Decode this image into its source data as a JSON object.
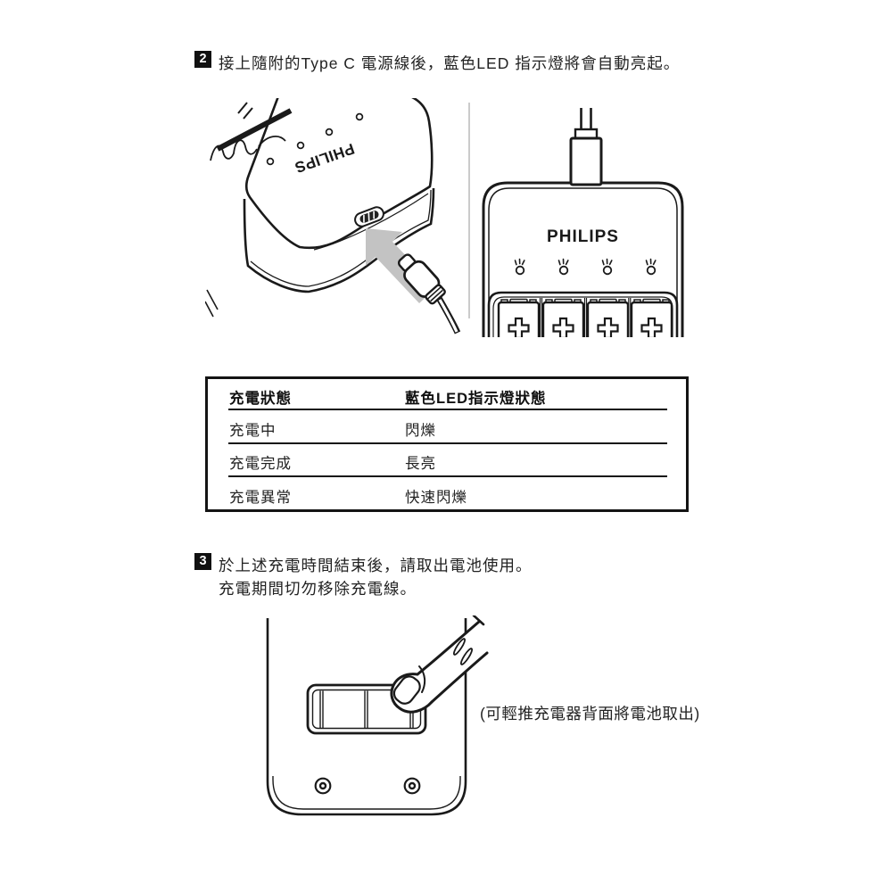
{
  "steps": {
    "step2": {
      "number": "2",
      "text": "接上隨附的Type C 電源線後，藍色LED 指示燈將會自動亮起。"
    },
    "step3": {
      "number": "3",
      "line1": "於上述充電時間結束後，請取出電池使用。",
      "line2": "充電期間切勿移除充電線。"
    }
  },
  "figures": {
    "top_left": {
      "brand": "PHILIPS"
    },
    "top_right": {
      "brand": "PHILIPS"
    },
    "bottom": {
      "caption": "(可輕推充電器背面將電池取出)"
    }
  },
  "table": {
    "headers": [
      "充電狀態",
      "藍色LED指示燈狀態"
    ],
    "rows": [
      [
        "充電中",
        "閃爍"
      ],
      [
        "充電完成",
        "長亮"
      ],
      [
        "充電異常",
        "快速閃爍"
      ]
    ]
  },
  "colors": {
    "ink": "#1a1a1a",
    "arrow_gray": "#c3c3c3",
    "figure_divider": "#cbcbcb",
    "badge_bg": "#111111",
    "badge_text": "#ffffff"
  }
}
